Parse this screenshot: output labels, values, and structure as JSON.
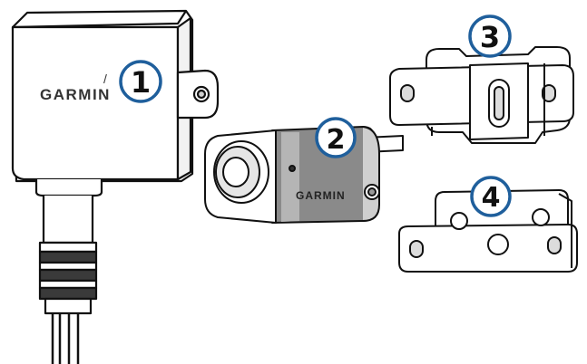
{
  "brand": "GARMIN",
  "callouts": {
    "transmitter": "1",
    "camera": "2",
    "bracket_a": "3",
    "bracket_b": "4"
  },
  "colors": {
    "callout_ring": "#1f5f9c",
    "callout_fill": "#ffffff",
    "line": "#111111",
    "shade": "#9a9a9a"
  }
}
